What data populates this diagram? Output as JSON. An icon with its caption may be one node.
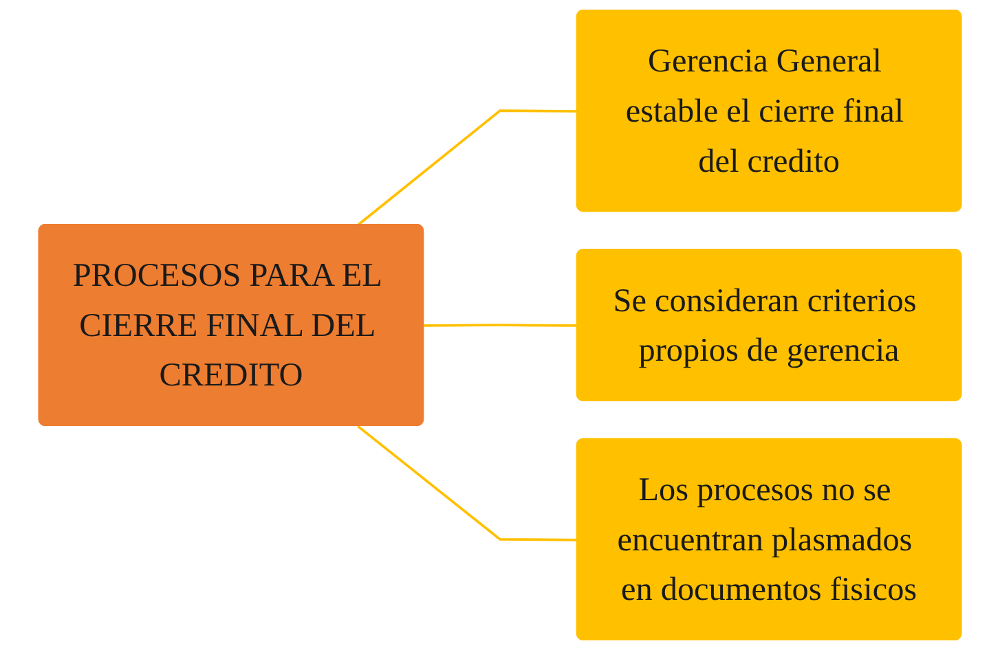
{
  "diagram": {
    "nodes": [
      {
        "text": [
          "PROCESOS PARA EL CIERRE FINAL DEL CREDITO"
        ]
      },
      {
        "text": [
          "Gerencia General estable el cierre final del credito"
        ]
      },
      {
        "text": [
          "Se consideran criterios propios de gerencia"
        ]
      },
      {
        "text": [
          "Los procesos no se encuentran plasmados en documentos fisicos"
        ]
      }
    ],
    "edges": [
      {
        "from": 0,
        "to": 1,
        "arrow": "none"
      },
      {
        "from": 0,
        "to": 2,
        "arrow": "none"
      },
      {
        "from": 0,
        "to": 3,
        "arrow": "none"
      }
    ]
  }
}
